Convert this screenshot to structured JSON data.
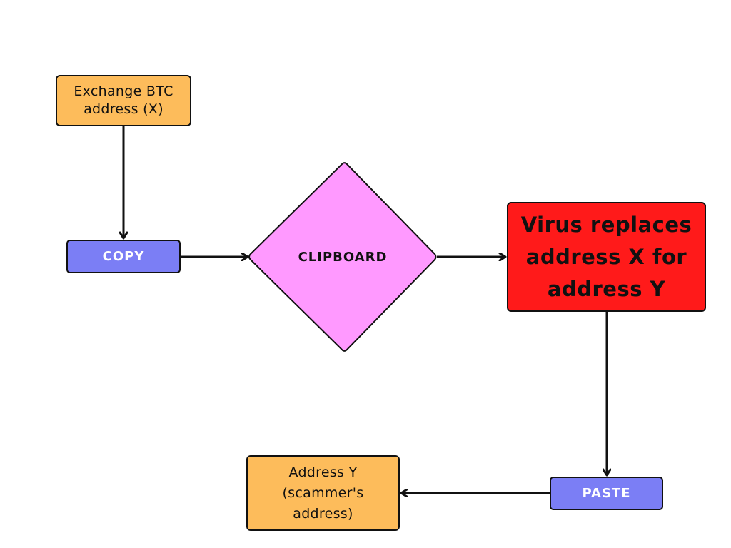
{
  "nodes": {
    "exchange": "Exchange BTC\naddress (X)",
    "copy": "COPY",
    "clipboard": "CLIPBOARD",
    "virus": "Virus replaces\naddress X for\naddress Y",
    "paste": "PASTE",
    "scammer": "Address Y\n(scammer's\naddress)"
  },
  "colors": {
    "source": "#fdbc5b",
    "step": "#7b7ef5",
    "clipboard": "#ff99ff",
    "virus": "#ff1a1a",
    "line": "#111111"
  }
}
